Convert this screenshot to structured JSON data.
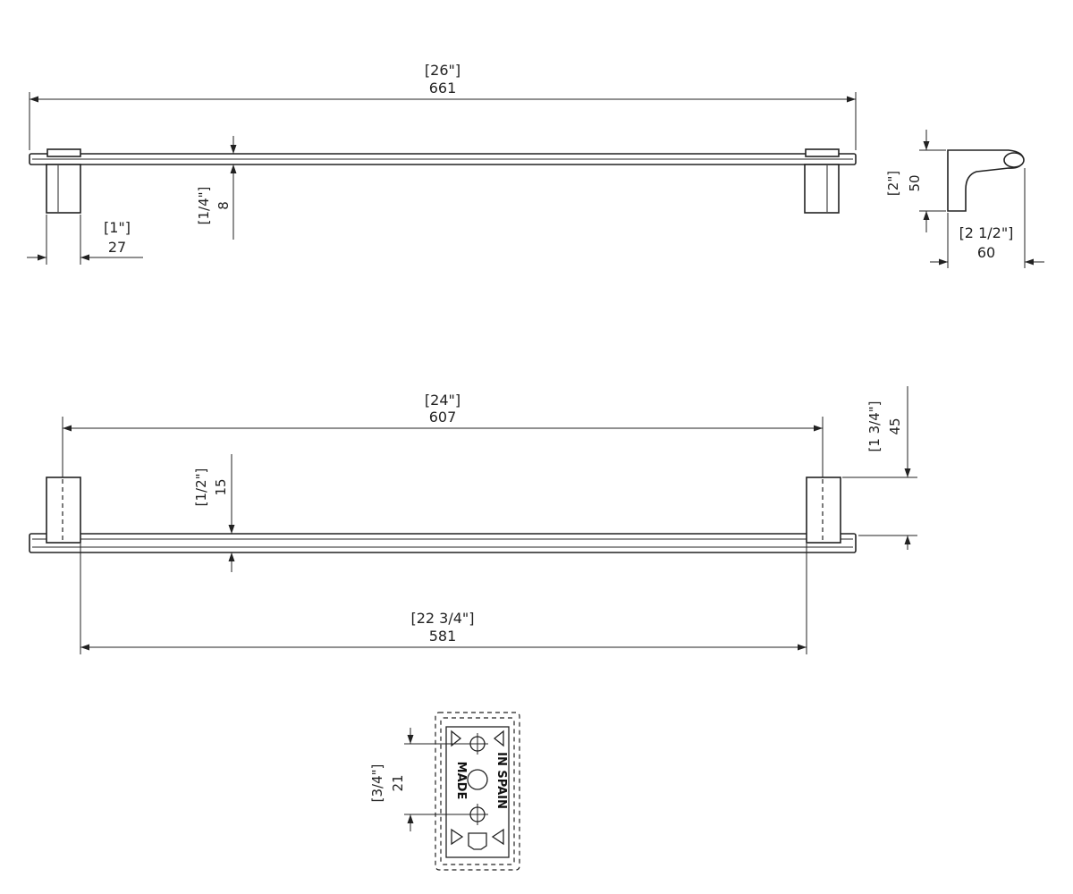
{
  "colors": {
    "stroke": "#222222",
    "background": "#ffffff"
  },
  "dimensions": {
    "overall_length": {
      "in": "[26\"]",
      "mm": "661"
    },
    "bar_thickness": {
      "in": "[1/4\"]",
      "mm": "8"
    },
    "bracket_width": {
      "in": "[1\"]",
      "mm": "27"
    },
    "bracket_height": {
      "in": "[2\"]",
      "mm": "50"
    },
    "projection": {
      "in": "[2 1/2\"]",
      "mm": "60"
    },
    "center_distance": {
      "in": "[24\"]",
      "mm": "607"
    },
    "bar_height": {
      "in": "[1/2\"]",
      "mm": "15"
    },
    "bracket_rise": {
      "in": "[1 3/4\"]",
      "mm": "45"
    },
    "inner_length": {
      "in": "[22 3/4\"]",
      "mm": "581"
    },
    "hole_spacing": {
      "in": "[3/4\"]",
      "mm": "21"
    }
  },
  "mounting_plate": {
    "stamp_left": "MADE",
    "stamp_right": "IN SPAIN"
  }
}
